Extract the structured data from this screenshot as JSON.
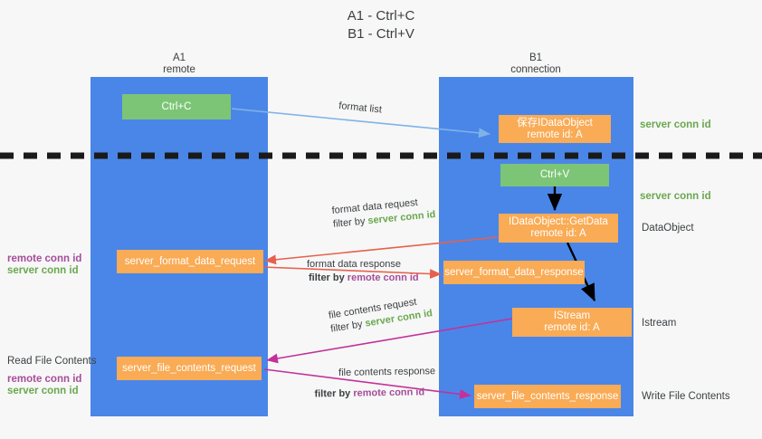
{
  "title": {
    "line1": "A1 - Ctrl+C",
    "line2": "B1 - Ctrl+V"
  },
  "columns": [
    {
      "name": "A1",
      "sub": "remote"
    },
    {
      "name": "B1",
      "sub": "connection"
    }
  ],
  "boxes": {
    "ctrl_c": {
      "label": "Ctrl+C"
    },
    "ole_dataobject": {
      "line1": "保存IDataObject",
      "line2": "remote id: A"
    },
    "ctrl_v": {
      "label": "Ctrl+V"
    },
    "getdata": {
      "line1": "IDataObject::GetData",
      "line2": "remote id: A"
    },
    "istream": {
      "line1": "IStream",
      "line2": "remote id: A"
    },
    "server_format_data_request": {
      "label": "server_format_data_request"
    },
    "server_format_data_response": {
      "label": "server_format_data_response"
    },
    "server_file_contents_request": {
      "label": "server_file_contents_request"
    },
    "server_file_contents_response": {
      "label": "server_file_contents_response"
    }
  },
  "right_labels": {
    "server_conn_id_1": "server conn id",
    "server_conn_id_2": "server conn id",
    "dataobject": "DataObject",
    "istream": "Istream",
    "write_file_contents": "Write File Contents"
  },
  "left_labels": {
    "remote_conn_id_1": "remote conn id",
    "server_conn_id_1": "server conn id",
    "read_file_contents": "Read File Contents",
    "remote_conn_id_2": "remote conn id",
    "server_conn_id_2": "server conn id"
  },
  "arrows": {
    "format_list": {
      "text": "format list"
    },
    "format_data_request": {
      "text": "format data request",
      "filter_prefix": "filter by ",
      "filter_value": "server conn id"
    },
    "format_data_response": {
      "text": "format data response",
      "filter_prefix": "filter by ",
      "filter_value": "remote conn id"
    },
    "file_contents_request": {
      "text": "file contents request",
      "filter_prefix": "filter by ",
      "filter_value": "server conn id"
    },
    "file_contents_response": {
      "text": "file contents response",
      "filter_prefix": "filter by ",
      "filter_value": "remote conn id"
    }
  },
  "colors": {
    "lane": "#4a86e8",
    "green_box": "#7cc576",
    "orange_box": "#f9ab55",
    "server_conn_id": "#6aa84f",
    "remote_conn_id": "#a64d9a",
    "arrow_red": "#e8604c",
    "arrow_magenta": "#c2329a",
    "arrow_blue": "#7fb3e8",
    "arrow_black": "#000000",
    "background": "#f7f7f7"
  }
}
